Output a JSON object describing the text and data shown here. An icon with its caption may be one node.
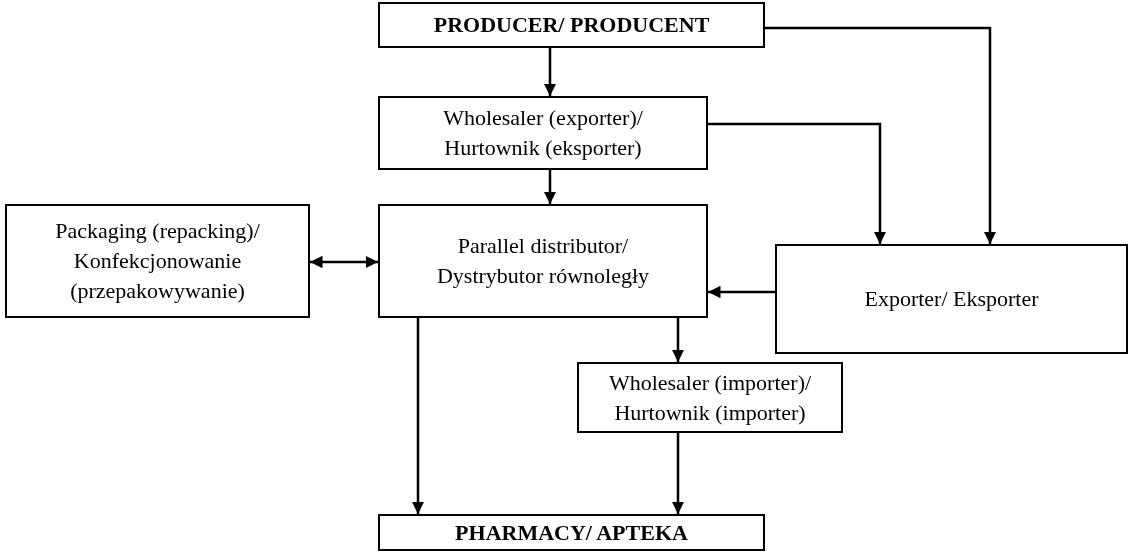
{
  "diagram": {
    "nodes": [
      {
        "text": [
          "PRODUCER/ PRODUCENT"
        ]
      },
      {
        "text": [
          "Wholesaler (exporter)/ Hurtownik (eksporter)"
        ]
      },
      {
        "text": [
          "Packaging (repacking)/ Konfekcjonowanie (przepakowywanie)"
        ]
      },
      {
        "text": [
          "Parallel distributor/ Dystrybutor równoległy"
        ]
      },
      {
        "text": [
          "Exporter/ Eksporter"
        ]
      },
      {
        "text": [
          "Wholesaler (importer)/ Hurtownik (importer)"
        ]
      },
      {
        "text": [
          "PHARMACY/ APTEKA"
        ]
      }
    ],
    "edges": [
      {
        "from": 0,
        "to": 1,
        "arrow": "to"
      },
      {
        "from": 0,
        "to": 4,
        "arrow": "to"
      },
      {
        "from": 1,
        "to": 4,
        "arrow": "to"
      },
      {
        "from": 1,
        "to": 3,
        "arrow": "to"
      },
      {
        "from": 2,
        "to": 3,
        "arrow": "both"
      },
      {
        "from": 4,
        "to": 3,
        "arrow": "to"
      },
      {
        "from": 3,
        "to": 5,
        "arrow": "to"
      },
      {
        "from": 3,
        "to": 6,
        "arrow": "to"
      },
      {
        "from": 5,
        "to": 6,
        "arrow": "to"
      }
    ]
  }
}
